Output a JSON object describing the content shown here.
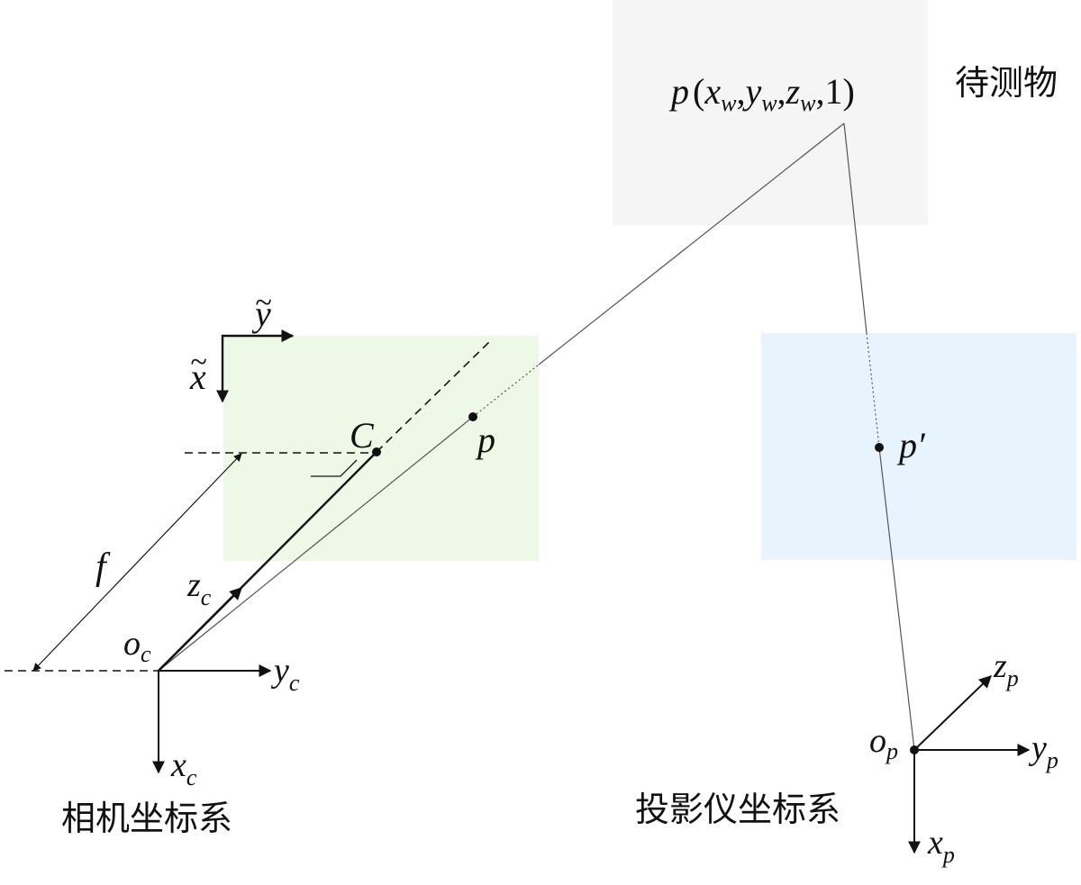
{
  "object_label": "待测物",
  "camera_label": "相机坐标系",
  "projector_label": "投影仪坐标系",
  "world_point": {
    "p": "p",
    "open": "(",
    "x": "x",
    "w1": "w",
    "c1": ",",
    "y": "y",
    "w2": "w",
    "c2": ",",
    "z": "z",
    "w3": "w",
    "c3": ",",
    "one": "1",
    "close": ")"
  },
  "camera_point": {
    "p": "p"
  },
  "projector_point": {
    "p": "p′"
  },
  "principal_point": "C",
  "focal_length": "f",
  "image_axes": {
    "y": "y",
    "x": "x",
    "tilde": "~"
  },
  "camera_axes": {
    "o": "o",
    "o_sub": "c",
    "y": "y",
    "y_sub": "c",
    "x": "x",
    "x_sub": "c",
    "z": "z",
    "z_sub": "c"
  },
  "projector_axes": {
    "o": "o",
    "o_sub": "p",
    "y": "y",
    "y_sub": "p",
    "x": "x",
    "x_sub": "p",
    "z": "z",
    "z_sub": "p"
  },
  "colors": {
    "object_box": "#f5f5f5",
    "camera_plane": "#eef8e6",
    "projector_plane": "#e8f4fd",
    "ink": "#111111",
    "ray": "#555555"
  }
}
